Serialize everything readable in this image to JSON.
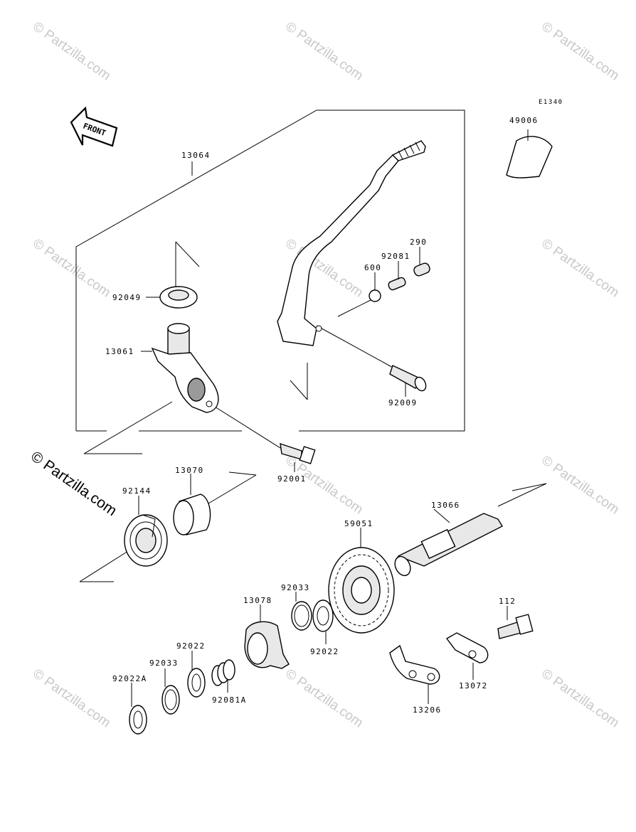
{
  "diagram": {
    "code": "E1340",
    "front_label": "FRONT"
  },
  "watermark": {
    "text": "© Partzilla.com"
  },
  "parts": [
    {
      "id": "p13064",
      "number": "13064"
    },
    {
      "id": "p49006",
      "number": "49006"
    },
    {
      "id": "p290",
      "number": "290"
    },
    {
      "id": "p92081",
      "number": "92081"
    },
    {
      "id": "p600",
      "number": "600"
    },
    {
      "id": "p92049",
      "number": "92049"
    },
    {
      "id": "p13061",
      "number": "13061"
    },
    {
      "id": "p92009",
      "number": "92009"
    },
    {
      "id": "p92001",
      "number": "92001"
    },
    {
      "id": "p13070",
      "number": "13070"
    },
    {
      "id": "p92144",
      "number": "92144"
    },
    {
      "id": "p13066",
      "number": "13066"
    },
    {
      "id": "p59051",
      "number": "59051"
    },
    {
      "id": "p92033a",
      "number": "92033"
    },
    {
      "id": "p13078",
      "number": "13078"
    },
    {
      "id": "p92022a",
      "number": "92022"
    },
    {
      "id": "p92022b",
      "number": "92022"
    },
    {
      "id": "p92033b",
      "number": "92033"
    },
    {
      "id": "p92022A",
      "number": "92022A"
    },
    {
      "id": "p92081A",
      "number": "92081A"
    },
    {
      "id": "p112",
      "number": "112"
    },
    {
      "id": "p13072",
      "number": "13072"
    },
    {
      "id": "p13206",
      "number": "13206"
    }
  ]
}
